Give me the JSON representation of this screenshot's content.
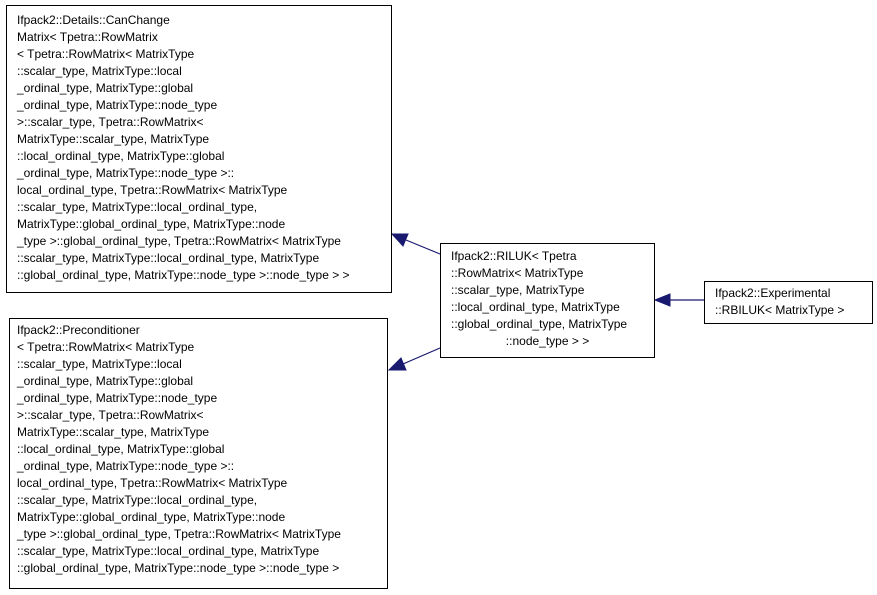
{
  "diagram": {
    "nodes": [
      {
        "id": "canchange",
        "lines": [
          "Ifpack2::Details::CanChange",
          "Matrix< Tpetra::RowMatrix",
          "< Tpetra::RowMatrix< MatrixType",
          "::scalar_type, MatrixType::local",
          "_ordinal_type, MatrixType::global",
          "_ordinal_type, MatrixType::node_type",
          " >::scalar_type, Tpetra::RowMatrix<",
          " MatrixType::scalar_type, MatrixType",
          "::local_ordinal_type, MatrixType::global",
          "_ordinal_type, MatrixType::node_type >::",
          "local_ordinal_type, Tpetra::RowMatrix< MatrixType",
          "::scalar_type, MatrixType::local_ordinal_type,",
          " MatrixType::global_ordinal_type, MatrixType::node",
          "_type >::global_ordinal_type, Tpetra::RowMatrix< MatrixType",
          "::scalar_type, MatrixType::local_ordinal_type, MatrixType",
          "::global_ordinal_type, MatrixType::node_type >::node_type > >"
        ]
      },
      {
        "id": "preconditioner",
        "lines": [
          "Ifpack2::Preconditioner",
          "< Tpetra::RowMatrix< MatrixType",
          "::scalar_type, MatrixType::local",
          "_ordinal_type, MatrixType::global",
          "_ordinal_type, MatrixType::node_type",
          " >::scalar_type, Tpetra::RowMatrix<",
          " MatrixType::scalar_type, MatrixType",
          "::local_ordinal_type, MatrixType::global",
          "_ordinal_type, MatrixType::node_type >::",
          "local_ordinal_type, Tpetra::RowMatrix< MatrixType",
          "::scalar_type, MatrixType::local_ordinal_type,",
          " MatrixType::global_ordinal_type, MatrixType::node",
          "_type >::global_ordinal_type, Tpetra::RowMatrix< MatrixType",
          "::scalar_type, MatrixType::local_ordinal_type, MatrixType",
          "::global_ordinal_type, MatrixType::node_type >::node_type >"
        ]
      },
      {
        "id": "riluk",
        "lines": [
          "Ifpack2::RILUK< Tpetra",
          "::RowMatrix< MatrixType",
          "::scalar_type, MatrixType",
          "::local_ordinal_type, MatrixType",
          "::global_ordinal_type, MatrixType",
          "::node_type > >"
        ]
      },
      {
        "id": "rbiluk",
        "lines": [
          "Ifpack2::Experimental",
          "::RBILUK< MatrixType >"
        ]
      }
    ],
    "edges": [
      {
        "from": "rbiluk",
        "to": "riluk"
      },
      {
        "from": "riluk",
        "to": "canchange"
      },
      {
        "from": "riluk",
        "to": "preconditioner"
      }
    ],
    "colors": {
      "edge": "#191970",
      "border": "#000000",
      "fill": "#ffffff"
    }
  }
}
